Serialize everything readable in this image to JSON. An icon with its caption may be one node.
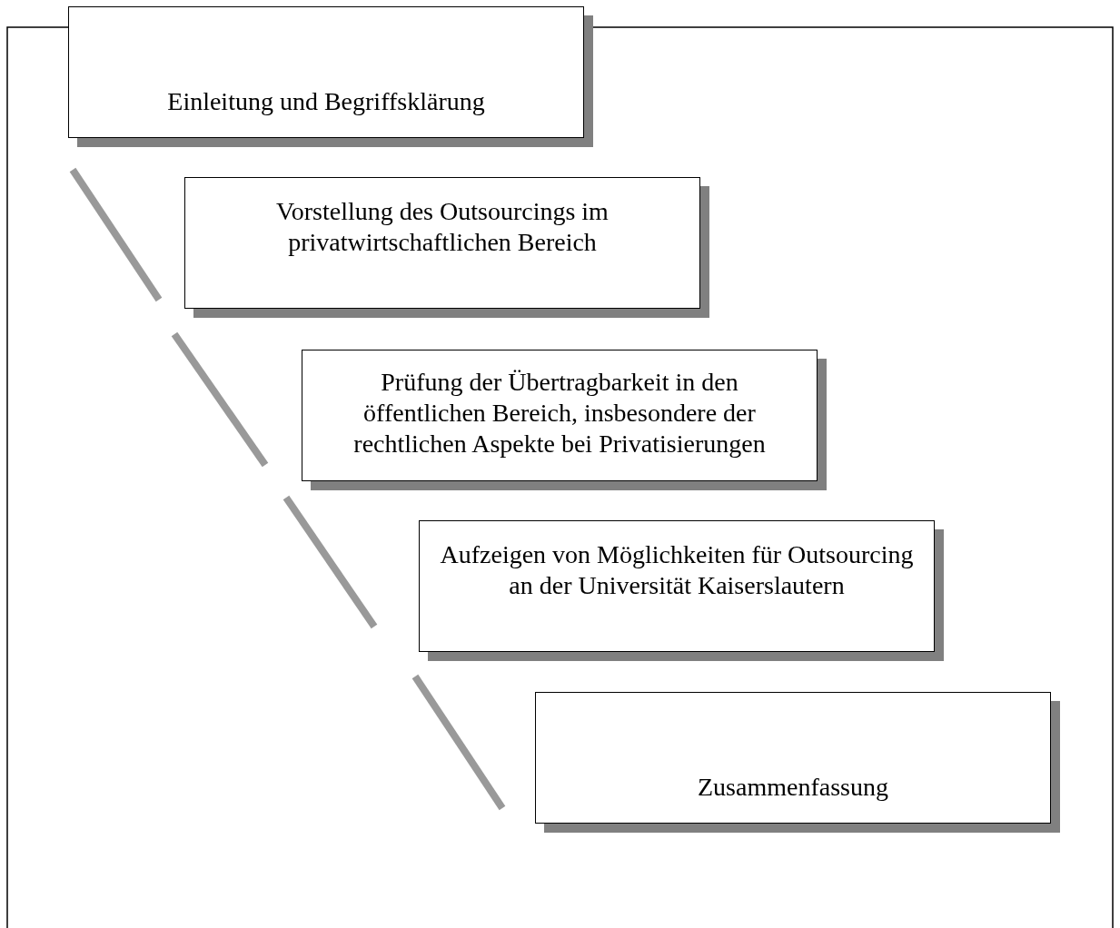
{
  "diagram": {
    "nodes": [
      {
        "text": [
          "Einleitung und Begriffsklärung"
        ]
      },
      {
        "text": [
          "Vorstellung des Outsourcings im privatwirtschaftlichen Bereich"
        ]
      },
      {
        "text": [
          "Prüfung der Übertragbarkeit in den öffentlichen Bereich, insbesondere der rechtlichen Aspekte bei Privatisierungen"
        ]
      },
      {
        "text": [
          "Aufzeigen von Möglichkeiten für Outsourcing an der Universität Kaiserslautern"
        ]
      },
      {
        "text": [
          "Zusammenfassung"
        ]
      }
    ]
  }
}
